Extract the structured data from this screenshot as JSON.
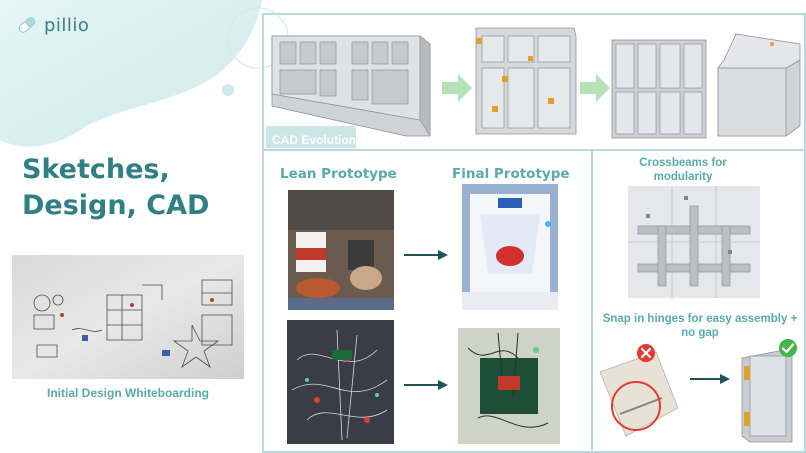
{
  "brand": {
    "name": "pillio"
  },
  "slide": {
    "title_line1": "Sketches,",
    "title_line2": "Design, CAD",
    "whiteboard_caption": "Initial Design Whiteboarding"
  },
  "cad": {
    "label": "CAD Evolution"
  },
  "prototypes": {
    "lean_title": "Lean Prototype",
    "final_title": "Final Prototype"
  },
  "features": {
    "crossbeams_title": "Crossbeams for modularity",
    "hinges_title": "Snap in hinges for easy assembly + no gap"
  },
  "colors": {
    "accent": "#2f7f84",
    "accent_light": "#5aa9ad",
    "frame": "#b7dbdc",
    "arrow_green": "#b5e3b7",
    "reject_red": "#e53935",
    "accept_green": "#43b649"
  }
}
